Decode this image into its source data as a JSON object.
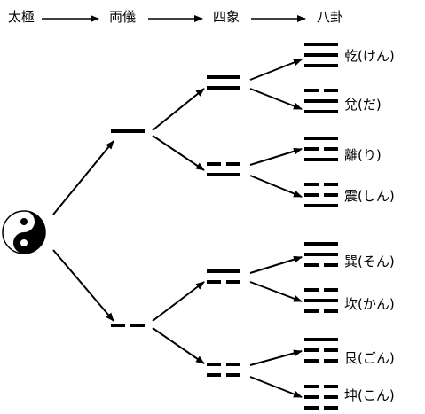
{
  "headers": {
    "taikyoku": "太極",
    "ryougi": "両儀",
    "shishou": "四象",
    "hakke": "八卦"
  },
  "trigrams": [
    {
      "name": "乾(けん)",
      "lines": [
        1,
        1,
        1
      ]
    },
    {
      "name": "兌(だ)",
      "lines": [
        0,
        1,
        1
      ]
    },
    {
      "name": "離(り)",
      "lines": [
        1,
        0,
        1
      ]
    },
    {
      "name": "震(しん)",
      "lines": [
        0,
        0,
        1
      ]
    },
    {
      "name": "巽(そん)",
      "lines": [
        1,
        1,
        0
      ]
    },
    {
      "name": "坎(かん)",
      "lines": [
        0,
        1,
        0
      ]
    },
    {
      "name": "艮(ごん)",
      "lines": [
        1,
        0,
        0
      ]
    },
    {
      "name": "坤(こん)",
      "lines": [
        0,
        0,
        0
      ]
    }
  ],
  "ryougi": [
    {
      "lines": [
        1
      ]
    },
    {
      "lines": [
        0
      ]
    }
  ],
  "shishou": [
    {
      "lines": [
        1,
        1
      ]
    },
    {
      "lines": [
        0,
        1
      ]
    },
    {
      "lines": [
        1,
        0
      ]
    },
    {
      "lines": [
        0,
        0
      ]
    }
  ],
  "colors": {
    "ink": "#000000",
    "background": "#ffffff"
  },
  "icons": {
    "taikyoku": "yin-yang-icon"
  }
}
